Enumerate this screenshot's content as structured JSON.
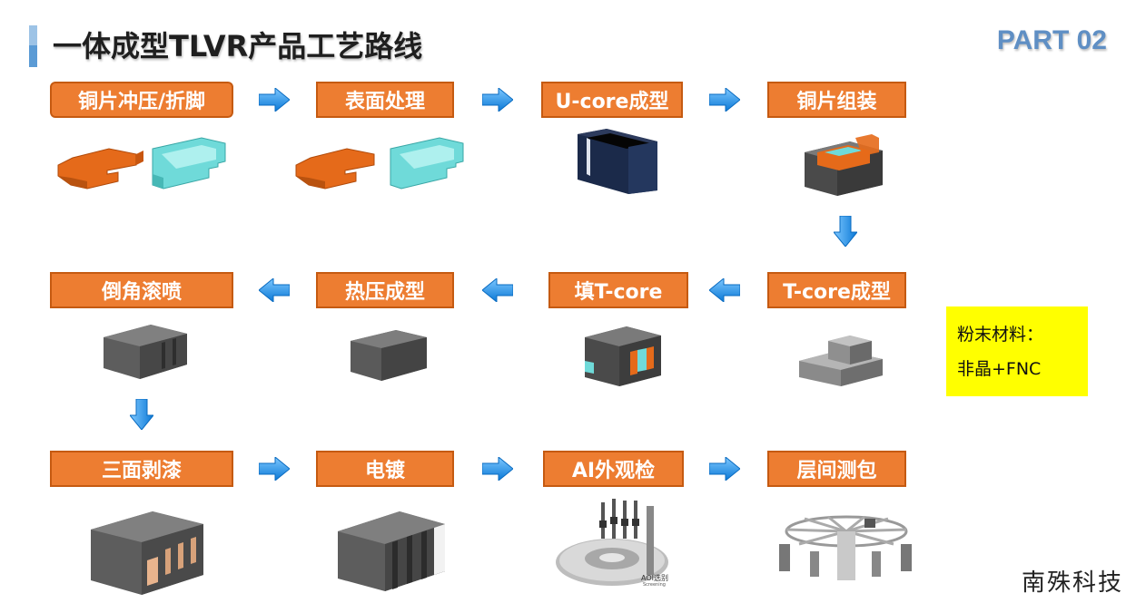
{
  "header": {
    "title": "一体成型TLVR产品工艺路线",
    "part": "PART 02"
  },
  "steps": {
    "s1": "铜片冲压/折脚",
    "s2": "表面处理",
    "s3": "U-core成型",
    "s4": "铜片组装",
    "s5": "T-core成型",
    "s6": "填T-core",
    "s7": "热压成型",
    "s8": "倒角滚喷",
    "s9": "三面剥漆",
    "s10": "电镀",
    "s11": "AI外观检",
    "s12": "层间测包"
  },
  "note": {
    "line1": "粉末材料：",
    "line2": "非晶+FNC"
  },
  "image_text": {
    "aoi_label": "AOI选别",
    "aoi_sub": "Screening"
  },
  "brand": "南殊科技",
  "colors": {
    "step_fill": "#ed7d31",
    "arrow": "#1e90e6",
    "note_bg": "#ffff00",
    "part": "#5f8fc4"
  },
  "icons": [
    "arrow-right-icon",
    "arrow-left-icon",
    "arrow-down-icon"
  ]
}
